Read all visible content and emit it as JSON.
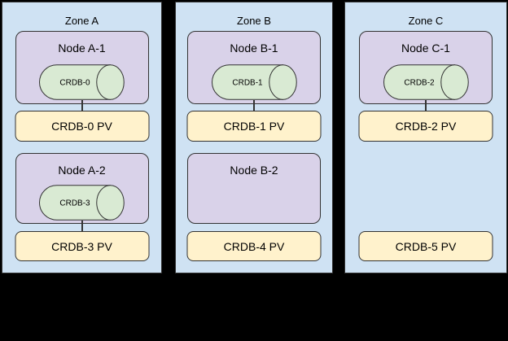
{
  "palette": {
    "background": "#000000",
    "zone-fill": "#cfe2f3",
    "node-fill": "#d9d2e9",
    "db-fill": "#d9ead3",
    "pv-fill": "#fff2cc",
    "stroke": "#333333",
    "text": "#000000"
  },
  "zones": [
    {
      "label": "Zone A",
      "nodes": [
        {
          "label": "Node A-1",
          "db_label": "CRDB-0"
        },
        {
          "label": "Node A-2",
          "db_label": "CRDB-3"
        }
      ],
      "pvs": [
        {
          "label": "CRDB-0 PV",
          "connected_to_db": true
        },
        {
          "label": "CRDB-3 PV",
          "connected_to_db": true
        }
      ]
    },
    {
      "label": "Zone B",
      "nodes": [
        {
          "label": "Node B-1",
          "db_label": "CRDB-1"
        },
        {
          "label": "Node B-2",
          "db_label": null
        }
      ],
      "pvs": [
        {
          "label": "CRDB-1 PV",
          "connected_to_db": true
        },
        {
          "label": "CRDB-4 PV",
          "connected_to_db": false
        }
      ]
    },
    {
      "label": "Zone C",
      "nodes": [
        {
          "label": "Node C-1",
          "db_label": "CRDB-2"
        }
      ],
      "pvs": [
        {
          "label": "CRDB-2 PV",
          "connected_to_db": true
        },
        {
          "label": "CRDB-5 PV",
          "connected_to_db": false
        }
      ]
    }
  ]
}
